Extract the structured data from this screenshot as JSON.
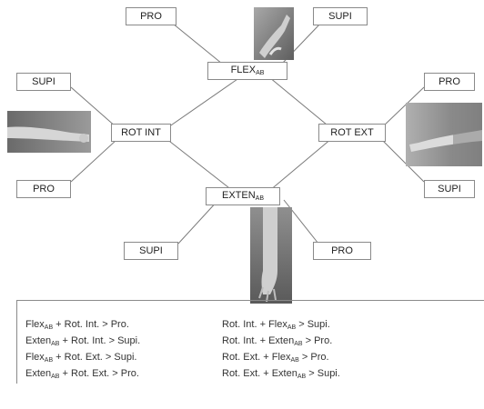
{
  "diagram": {
    "top_left_pro": "PRO",
    "top_right_supi": "SUPI",
    "flex_main": "FLEX",
    "flex_sub": "AB",
    "left_supi": "SUPI",
    "rot_int": "ROT INT",
    "left_pro": "PRO",
    "right_pro": "PRO",
    "rot_ext": "ROT EXT",
    "right_supi": "SUPI",
    "exten_main": "EXTEN",
    "exten_sub": "AB",
    "bottom_supi": "SUPI",
    "bottom_pro": "PRO"
  },
  "rules_left": [
    {
      "a": "Flex",
      "a_sub": "AB",
      "rest": " + Rot. Int. > Pro."
    },
    {
      "a": "Exten",
      "a_sub": "AB",
      "rest": " + Rot. Int. > Supi."
    },
    {
      "a": "Flex",
      "a_sub": "AB",
      "rest": " + Rot. Ext. > Supi."
    },
    {
      "a": "Exten",
      "a_sub": "AB",
      "rest": " + Rot. Ext. > Pro."
    }
  ],
  "rules_right": [
    {
      "pre": "Rot. Int. + ",
      "b": "Flex",
      "b_sub": "AB",
      "post": " > Supi."
    },
    {
      "pre": "Rot. Int. + ",
      "b": "Exten",
      "b_sub": "AB",
      "post": " > Pro."
    },
    {
      "pre": "Rot. Ext. + ",
      "b": "Flex",
      "b_sub": "AB",
      "post": " > Pro."
    },
    {
      "pre": "Rot. Ext. + ",
      "b": "Exten",
      "b_sub": "AB",
      "post": " > Supi."
    }
  ]
}
